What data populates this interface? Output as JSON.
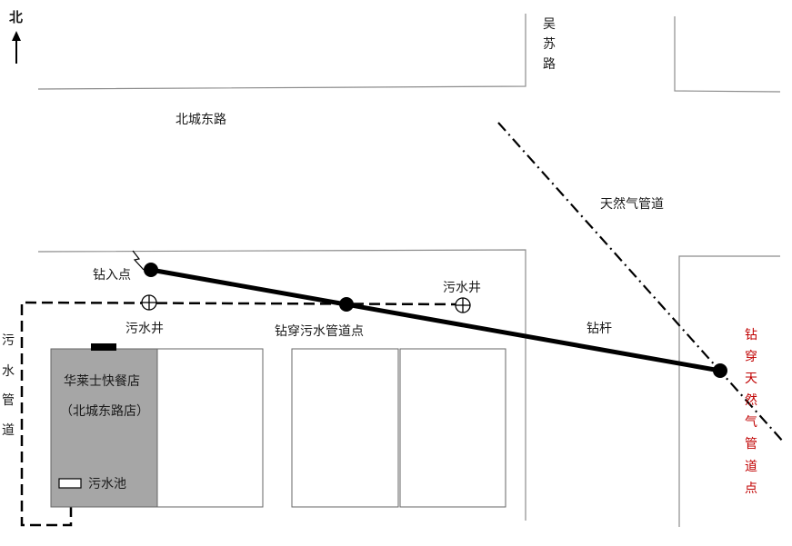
{
  "north": {
    "label": "北"
  },
  "roads": {
    "wusu": [
      "吴",
      "苏",
      "路"
    ],
    "beicheng_east": "北城东路"
  },
  "gas_pipeline": {
    "label": "天然气管道"
  },
  "drill": {
    "entry_label": "钻入点",
    "rod_label": "钻杆",
    "sewer_cross_label": "钻穿污水管道点",
    "gas_cross_label": [
      "钻",
      "穿",
      "天",
      "然",
      "气",
      "管",
      "道",
      "点"
    ]
  },
  "sewer": {
    "manhole_label": "污水井",
    "pipe_label": [
      "污",
      "水",
      "管",
      "道"
    ]
  },
  "restaurant": {
    "name": "华莱士快餐店",
    "branch": "（北城东路店）",
    "tank_label": "污水池"
  },
  "colors": {
    "gas_cross_text": "#c00000",
    "restaurant_fill": "#a6a6a6"
  }
}
